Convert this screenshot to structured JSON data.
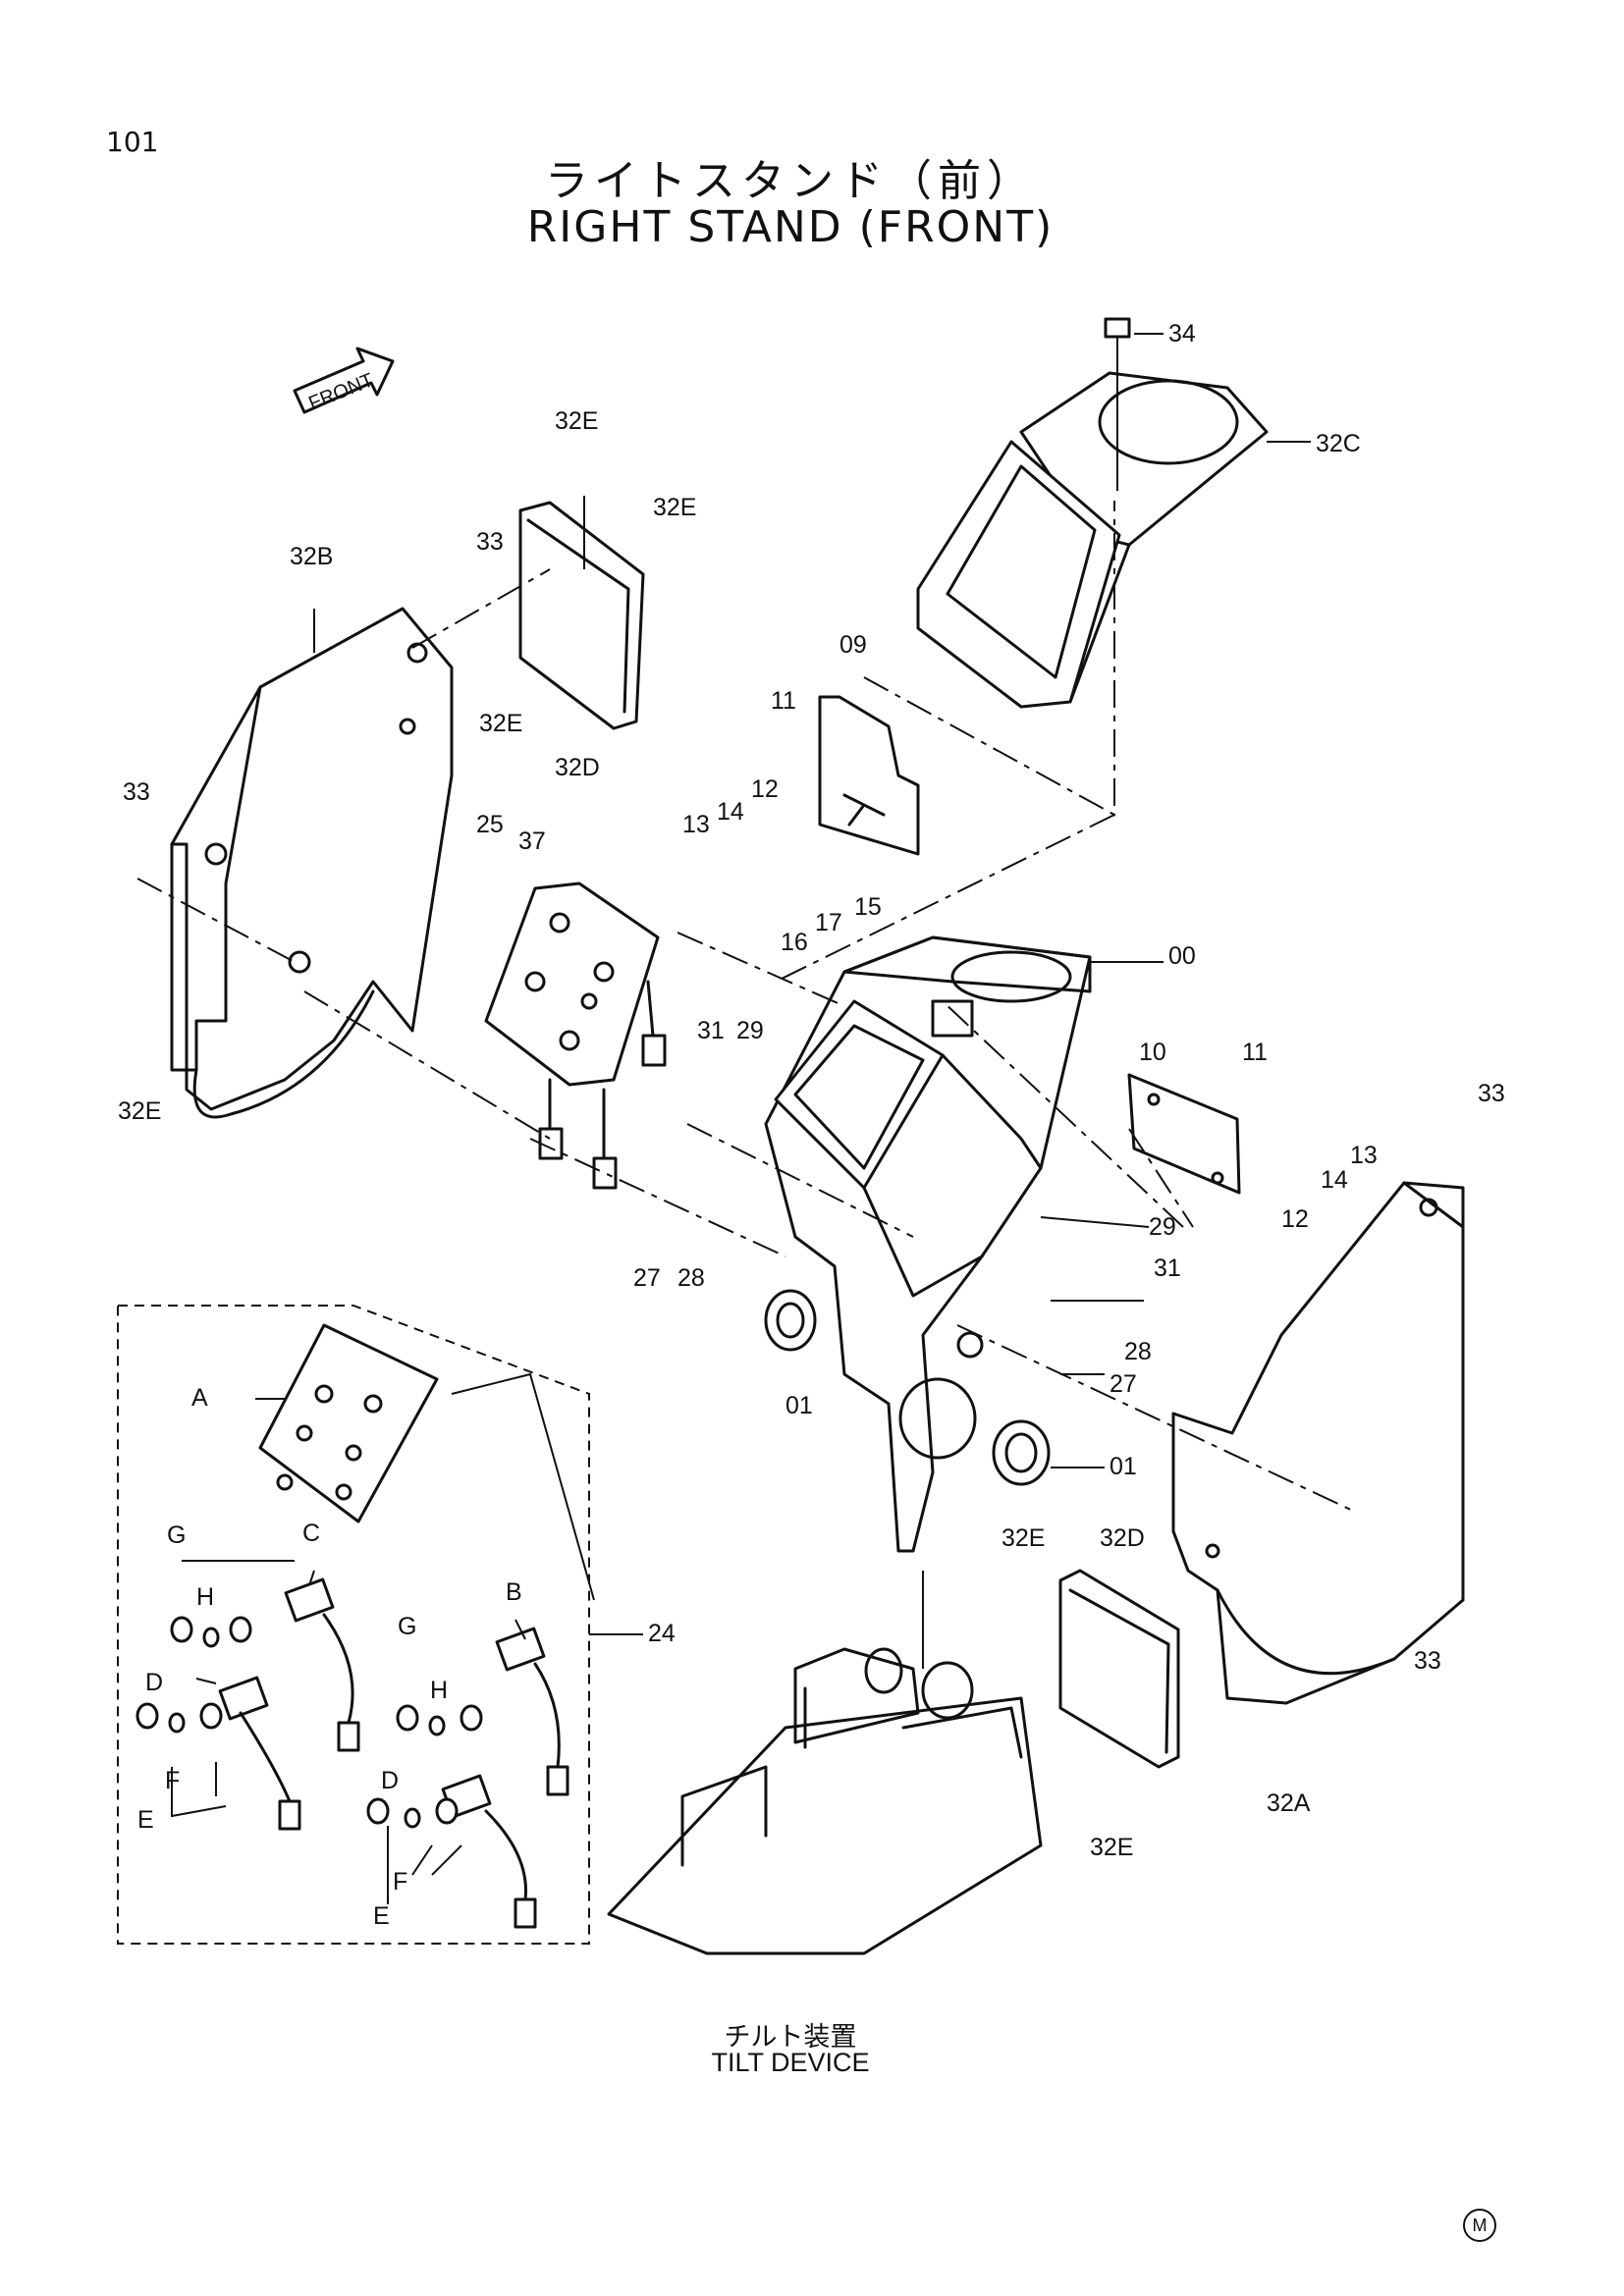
{
  "page_number": "101",
  "title_jp": "ライトスタンド（前）",
  "title_en": "RIGHT STAND (FRONT)",
  "front_arrow_label": "FRONT",
  "footer_caption_jp": "チルト装置",
  "footer_caption_en": "TILT DEVICE",
  "corner_mark": "M",
  "callouts": [
    "34",
    "32C",
    "32E",
    "32E",
    "32E",
    "32E",
    "32E",
    "32E",
    "33",
    "33",
    "33",
    "33",
    "32B",
    "32D",
    "32D",
    "32A",
    "09",
    "11",
    "11",
    "12",
    "12",
    "13",
    "13",
    "14",
    "14",
    "15",
    "16",
    "17",
    "25",
    "37",
    "00",
    "10",
    "31",
    "31",
    "29",
    "29",
    "27",
    "27",
    "28",
    "28",
    "01",
    "01",
    "24",
    "A",
    "B",
    "C",
    "D",
    "D",
    "E",
    "E",
    "F",
    "F",
    "G",
    "G",
    "H",
    "H"
  ]
}
